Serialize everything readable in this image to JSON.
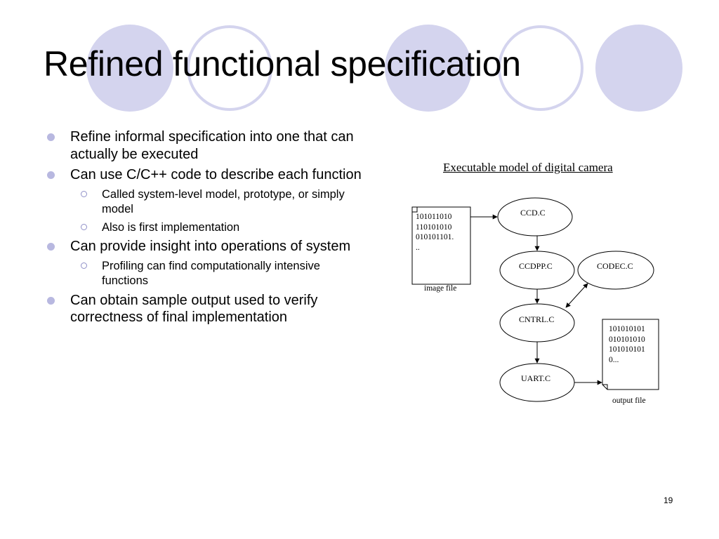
{
  "slide": {
    "title": "Refined functional specification",
    "page_number": "19"
  },
  "bullets": [
    {
      "text": "Refine informal specification into one that can actually be executed"
    },
    {
      "text": "Can use C/C++ code to describe each function",
      "sub": [
        "Called system-level model, prototype, or simply model",
        "Also is first implementation"
      ]
    },
    {
      "text": "Can provide insight into operations of system",
      "sub": [
        "Profiling can find computationally intensive functions"
      ]
    },
    {
      "text": "Can obtain sample output used to verify correctness of final implementation"
    }
  ],
  "diagram": {
    "caption": "Executable model of digital camera",
    "image_file": {
      "content": "101011010\n110101010\n010101101.\n..",
      "label": "image file"
    },
    "output_file": {
      "content": "101010101\n010101010\n101010101\n0...",
      "label": "output file"
    },
    "nodes": {
      "ccd": "CCD.C",
      "ccdpp": "CCDPP.C",
      "codec": "CODEC.C",
      "cntrl": "CNTRL.C",
      "uart": "UART.C"
    }
  },
  "colors": {
    "decor_fill": "#d4d4ee",
    "decor_ring": "#d4d4ee",
    "bullet_fill": "#b8b8e0"
  }
}
